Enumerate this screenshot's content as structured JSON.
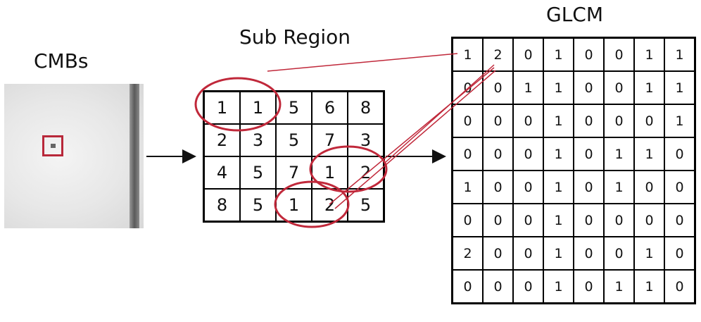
{
  "labels": {
    "cmbs": "CMBs",
    "sub_region": "Sub Region",
    "glcm": "GLCM"
  },
  "colors": {
    "highlight": "#c0283a",
    "grid": "#000000"
  },
  "sub_region": [
    [
      "1",
      "1",
      "5",
      "6",
      "8"
    ],
    [
      "2",
      "3",
      "5",
      "7",
      "3"
    ],
    [
      "4",
      "5",
      "7",
      "1",
      "2"
    ],
    [
      "8",
      "5",
      "1",
      "2",
      "5"
    ]
  ],
  "glcm": [
    [
      "1",
      "2",
      "0",
      "1",
      "0",
      "0",
      "1",
      "1"
    ],
    [
      "0",
      "0",
      "1",
      "1",
      "0",
      "0",
      "1",
      "1"
    ],
    [
      "0",
      "0",
      "0",
      "1",
      "0",
      "0",
      "0",
      "1"
    ],
    [
      "0",
      "0",
      "0",
      "1",
      "0",
      "1",
      "1",
      "0"
    ],
    [
      "1",
      "0",
      "0",
      "1",
      "0",
      "1",
      "0",
      "0"
    ],
    [
      "0",
      "0",
      "0",
      "1",
      "0",
      "0",
      "0",
      "0"
    ],
    [
      "2",
      "0",
      "0",
      "1",
      "0",
      "0",
      "1",
      "0"
    ],
    [
      "0",
      "0",
      "0",
      "1",
      "0",
      "1",
      "1",
      "0"
    ]
  ]
}
